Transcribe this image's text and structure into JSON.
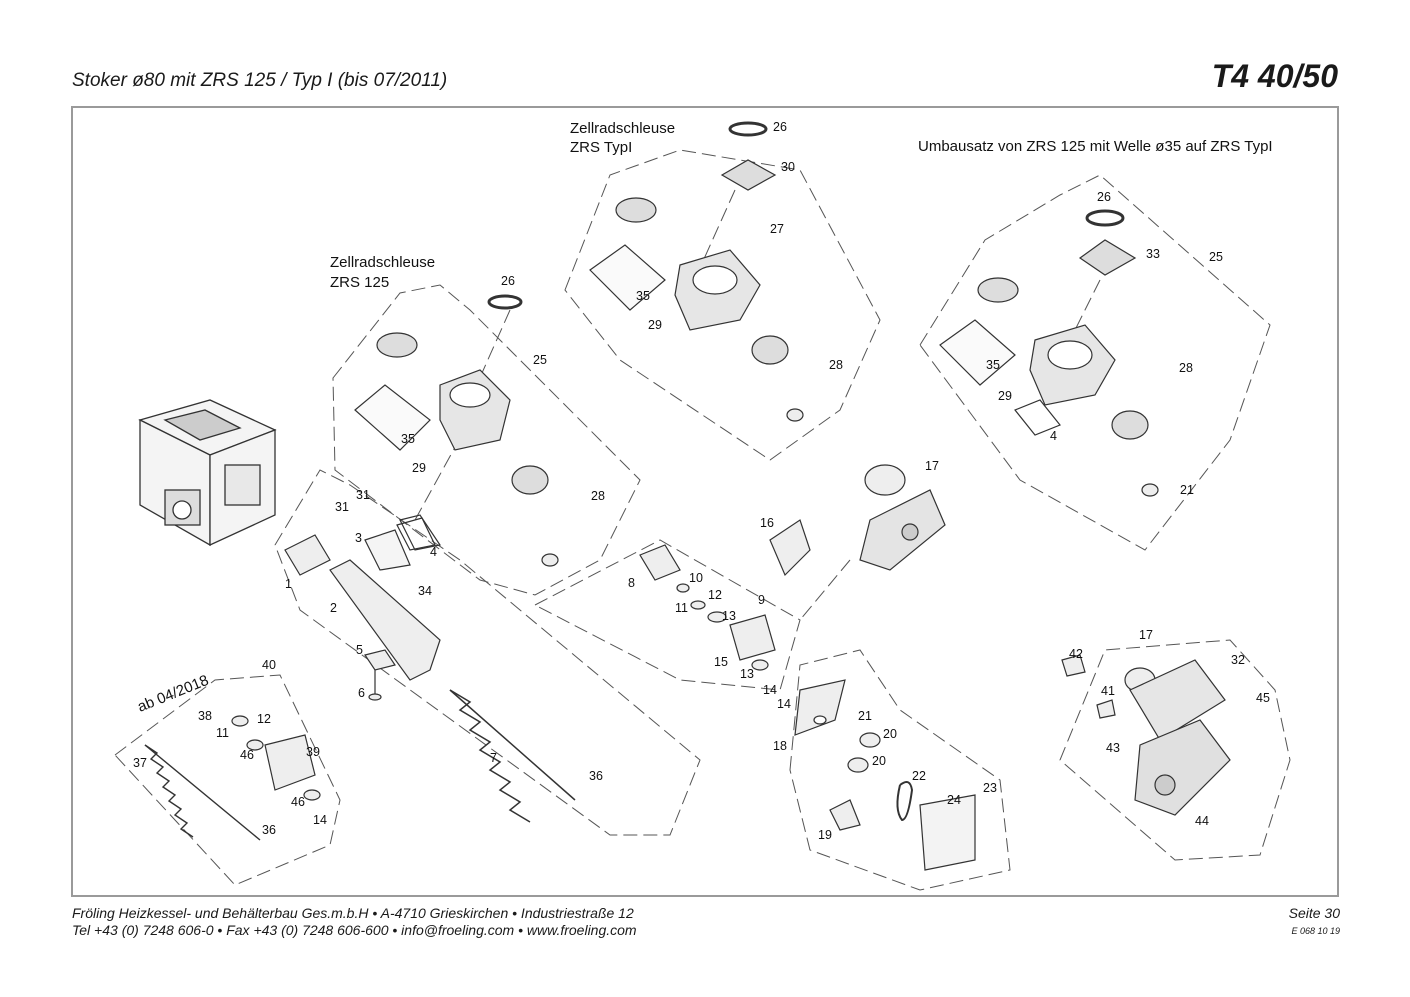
{
  "document": {
    "title": "Stoker ø80 mit ZRS 125 / Typ I (bis 07/2011)",
    "model": "T4 40/50"
  },
  "sections": {
    "zrs125_title_line1": "Zellradschleuse",
    "zrs125_title_line2": "ZRS 125",
    "zrs_typ1_title_line1": "Zellradschleuse",
    "zrs_typ1_title_line2": "ZRS TypI",
    "conversion_title": "Umbausatz von ZRS 125 mit Welle ø35 auf ZRS TypI",
    "ab_label": "ab 04/2018"
  },
  "callouts": {
    "c1": "1",
    "c2": "2",
    "c3": "3",
    "c4": "4",
    "c5": "5",
    "c6": "6",
    "c7": "7",
    "c8": "8",
    "c9": "9",
    "c10": "10",
    "c11": "11",
    "c12": "12",
    "c13a": "13",
    "c13b": "13",
    "c14a": "14",
    "c14b": "14",
    "c15": "15",
    "c16": "16",
    "c17a": "17",
    "c18": "18",
    "c19": "19",
    "c20a": "20",
    "c20b": "20",
    "c21a": "21",
    "c22": "22",
    "c23": "23",
    "c24": "24",
    "c31a": "31",
    "c31b": "31",
    "c34": "34",
    "c36a": "36",
    "z125_26": "26",
    "z125_25": "25",
    "z125_35": "35",
    "z125_29": "29",
    "z125_28": "28",
    "t1_26": "26",
    "t1_30": "30",
    "t1_27": "27",
    "t1_35": "35",
    "t1_29": "29",
    "t1_28": "28",
    "cv_26": "26",
    "cv_33": "33",
    "cv_25": "25",
    "cv_35": "35",
    "cv_29": "29",
    "cv_28": "28",
    "cv_4": "4",
    "cv_21": "21",
    "ab_40": "40",
    "ab_38": "38",
    "ab_12": "12",
    "ab_11": "11",
    "ab_46a": "46",
    "ab_39": "39",
    "ab_37": "37",
    "ab_46b": "46",
    "ab_14": "14",
    "ab_36": "36",
    "mt_17": "17",
    "mt_42": "42",
    "mt_32": "32",
    "mt_41": "41",
    "mt_45": "45",
    "mt_43": "43",
    "mt_44": "44"
  },
  "footer": {
    "line1": "Fröling Heizkessel- und Behälterbau Ges.m.b.H   •  A-4710 Grieskirchen   •   Industriestraße 12",
    "line2": "Tel +43 (0) 7248 606-0   •   Fax +43 (0) 7248 606-600   •   info@froeling.com   •   www.froeling.com",
    "page": "Seite 30",
    "doc_number": "E 068 10 19"
  }
}
